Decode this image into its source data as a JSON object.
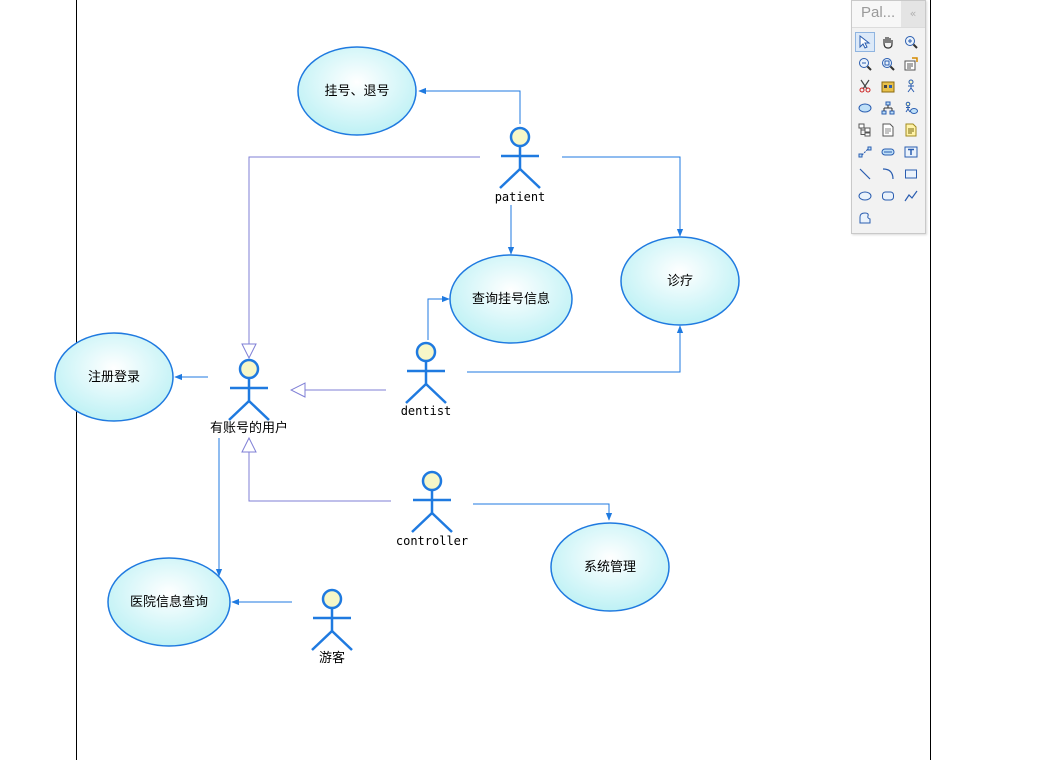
{
  "palette": {
    "title": "Pal...",
    "collapse_glyph": "«",
    "tools": [
      "select-icon",
      "hand-icon",
      "zoom-in-icon",
      "zoom-out-icon",
      "zoom-fit-icon",
      "properties-icon",
      "cut-icon",
      "package-icon",
      "actor-icon",
      "usecase-icon",
      "hierarchy-icon",
      "actor-usecase-icon",
      "tree-icon",
      "note-icon",
      "text-note-icon",
      "link-icon",
      "component-icon",
      "text-box-icon",
      "line-icon",
      "arc-icon",
      "rectangle-icon",
      "ellipse-icon",
      "rounded-rect-icon",
      "polyline-icon",
      "freeform-icon"
    ]
  },
  "diagram": {
    "use_cases": {
      "register_cancel": "挂号、退号",
      "query_registration": "查询挂号信息",
      "treatment": "诊疗",
      "login": "注册登录",
      "system_admin": "系统管理",
      "hospital_query": "医院信息查询"
    },
    "actors": {
      "patient": "patient",
      "user": "有账号的用户",
      "dentist": "dentist",
      "controller": "controller",
      "guest": "游客"
    }
  },
  "colors": {
    "actor_stroke": "#1f7ae0",
    "actor_head_fill": "#f7f7c8",
    "association": "#1f7ae0",
    "generalization": "#7f7fd6",
    "usecase_fill_inner": "#ffffff",
    "usecase_fill_outer": "#b8f0f4",
    "usecase_stroke": "#1f7ae0"
  }
}
